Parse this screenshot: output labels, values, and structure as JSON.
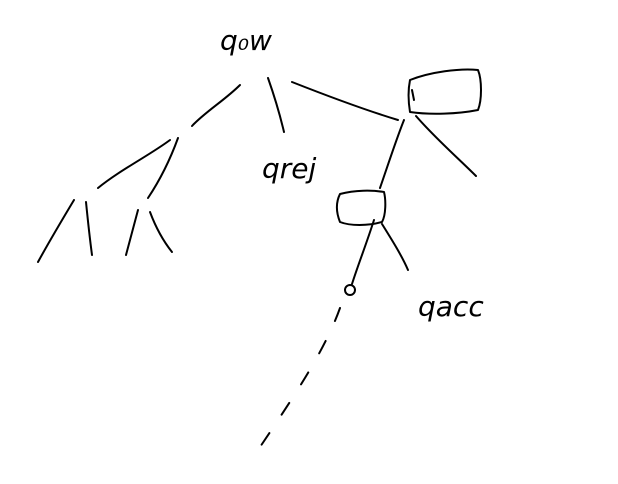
{
  "diagram": {
    "root_label": "q₀w",
    "reject_label": "qrej",
    "accept_label": "qacc",
    "ink_color": "#000000",
    "background_color": "#ffffff"
  }
}
